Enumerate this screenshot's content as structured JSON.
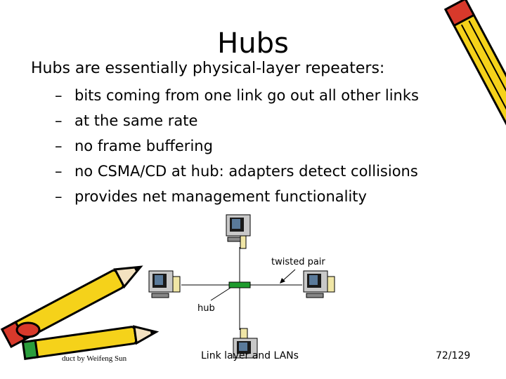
{
  "slide": {
    "title": "Hubs",
    "intro": "Hubs are essentially physical-layer repeaters:",
    "bullets": [
      {
        "dash": "–",
        "text": "bits coming from one link go out all other links"
      },
      {
        "dash": "–",
        "text": "at the same rate"
      },
      {
        "dash": "–",
        "text": "no frame buffering"
      },
      {
        "dash": "–",
        "text": "no CSMA/CD at hub: adapters detect collisions"
      },
      {
        "dash": "–",
        "text": "provides net management functionality"
      }
    ]
  },
  "diagram": {
    "twisted_pair_label": "twisted pair",
    "hub_label": "hub",
    "hub_color": "#1e9b2e",
    "computer_icons": [
      "computer-icon",
      "computer-icon",
      "computer-icon",
      "computer-icon"
    ]
  },
  "footer": {
    "credit": "duct by Weifeng Sun",
    "center": "Link layer and LANs",
    "page": "72/129"
  },
  "decorations": {
    "top_right": "pencil-icon",
    "bottom_left": "pencils-icon"
  }
}
